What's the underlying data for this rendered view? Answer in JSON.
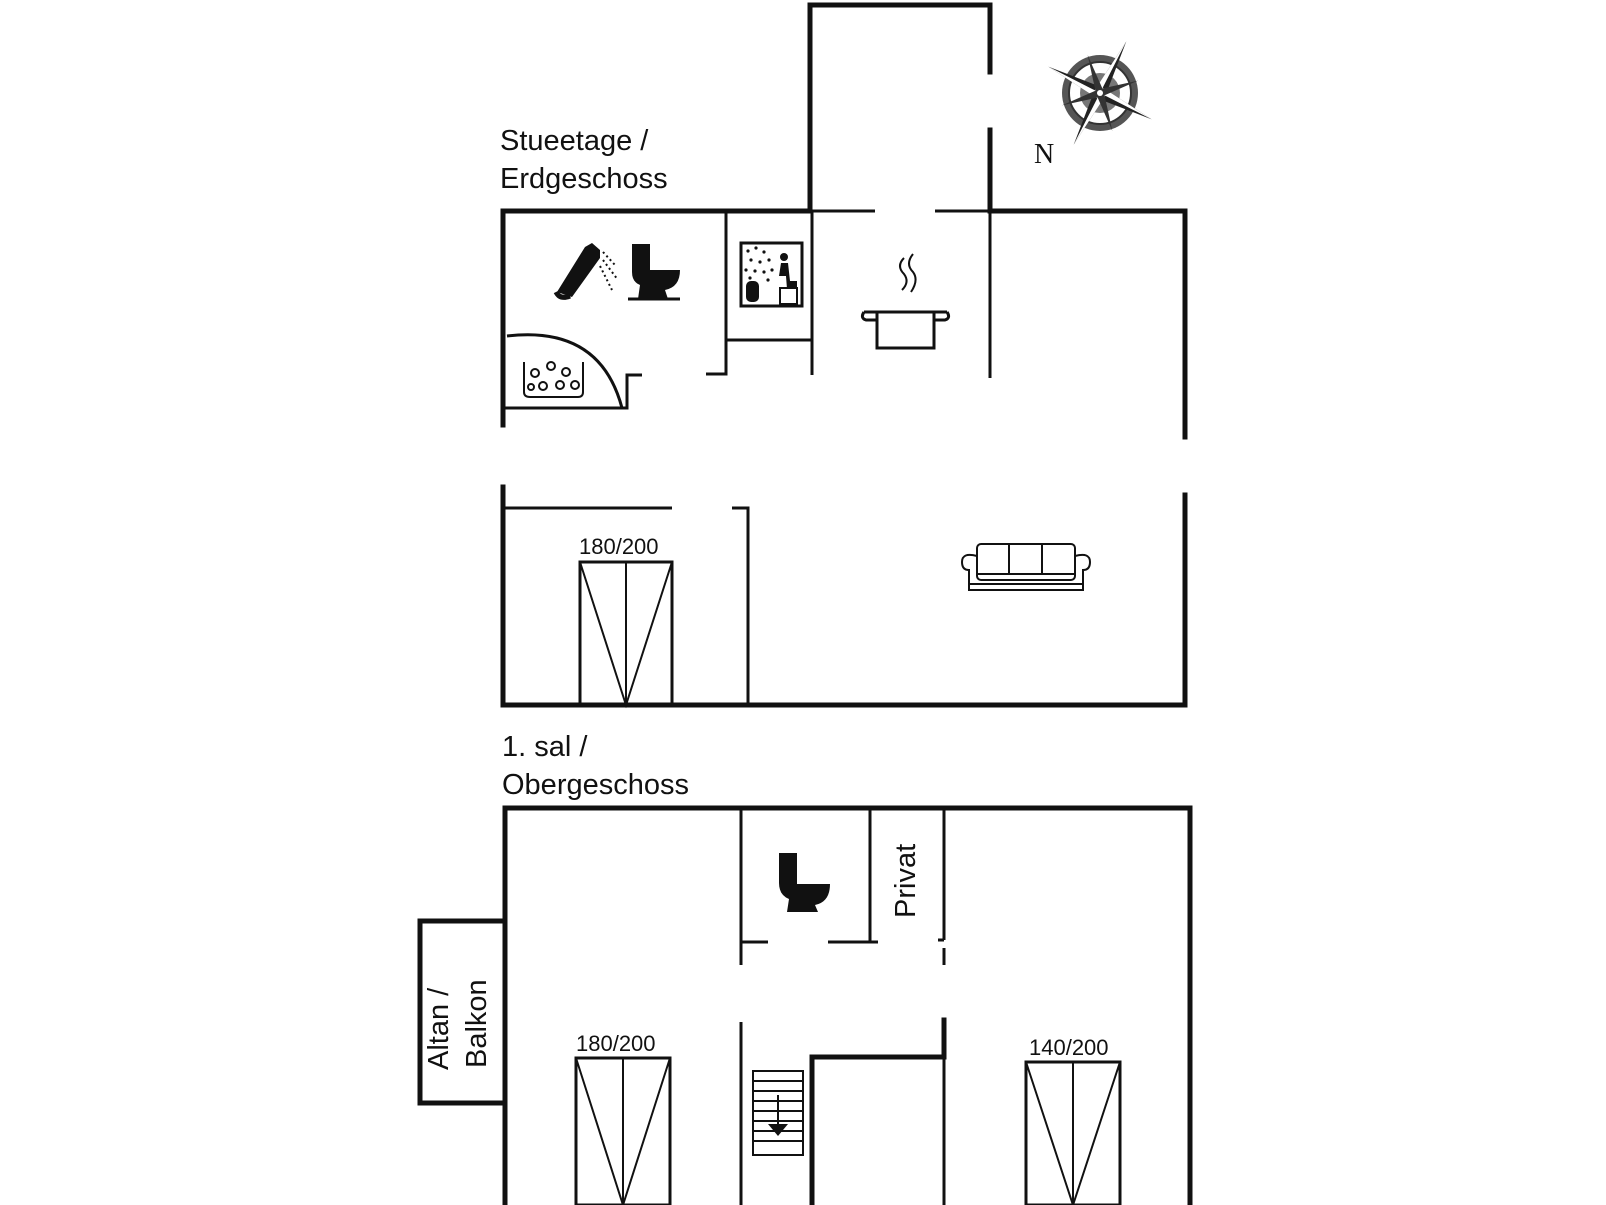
{
  "floors": {
    "ground": {
      "label_line1": "Stueetage /",
      "label_line2": "Erdgeschoss"
    },
    "upper": {
      "label_line1": "1. sal /",
      "label_line2": "Obergeschoss"
    }
  },
  "beds": {
    "ground_bed": "180/200",
    "upper_bed_left": "180/200",
    "upper_bed_right": "140/200"
  },
  "rooms": {
    "private": "Privat",
    "balcony_line1": "Altan /",
    "balcony_line2": "Balkon"
  },
  "compass": {
    "north": "N"
  },
  "icons": [
    "shower-icon",
    "toilet-icon",
    "sauna-icon",
    "whirlpool-icon",
    "kitchen-pot-icon",
    "sofa-icon",
    "bed-icon",
    "staircase-icon",
    "compass-rose-icon"
  ]
}
